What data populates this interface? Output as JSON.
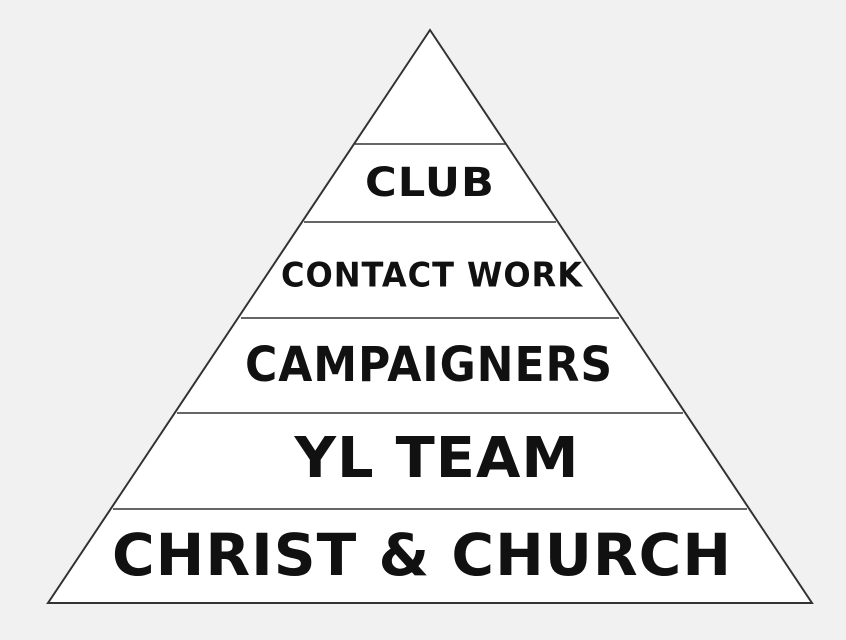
{
  "diagram": {
    "type": "pyramid",
    "tiers": [
      {
        "label": ""
      },
      {
        "label": "CLUB"
      },
      {
        "label": "CONTACT WORK"
      },
      {
        "label": "CAMPAIGNERS"
      },
      {
        "label": "YL TEAM"
      },
      {
        "label": "CHRIST & CHURCH"
      }
    ],
    "colors": {
      "background": "#f1f1f1",
      "fill": "#ffffff",
      "stroke": "#333333",
      "text": "#111111"
    }
  }
}
